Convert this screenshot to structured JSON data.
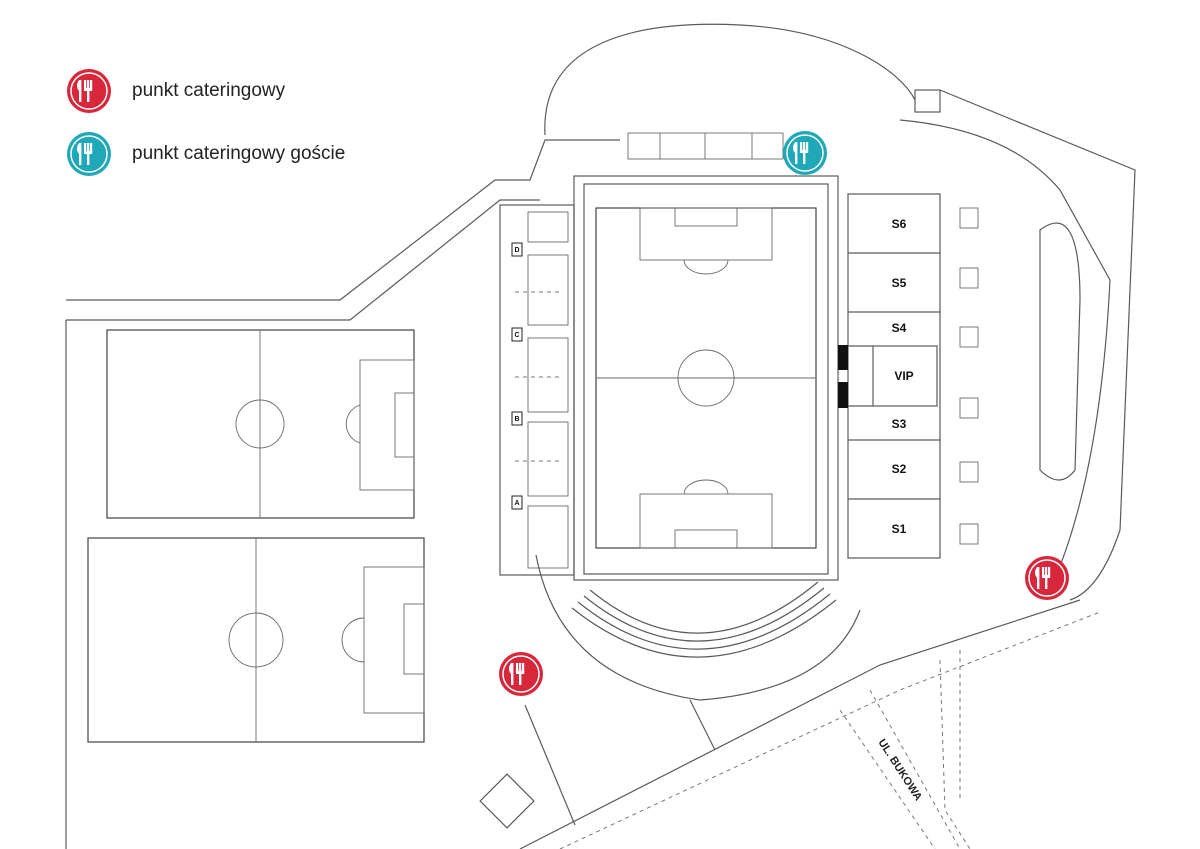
{
  "legend": {
    "catering_label": "punkt cateringowy",
    "catering_guest_label": "punkt cateringowy goście"
  },
  "colors": {
    "catering": "#d8263b",
    "catering_guest": "#1ea8b8"
  },
  "icons": {
    "catering": "fork-knife-icon",
    "catering_guest": "fork-knife-icon"
  },
  "stands": {
    "east_sectors": [
      "S6",
      "S5",
      "S4",
      "VIP",
      "S3",
      "S2",
      "S1"
    ],
    "west_sectors": [
      "D",
      "C",
      "B",
      "A"
    ]
  },
  "street": {
    "name": "UL. BUKOWA"
  }
}
